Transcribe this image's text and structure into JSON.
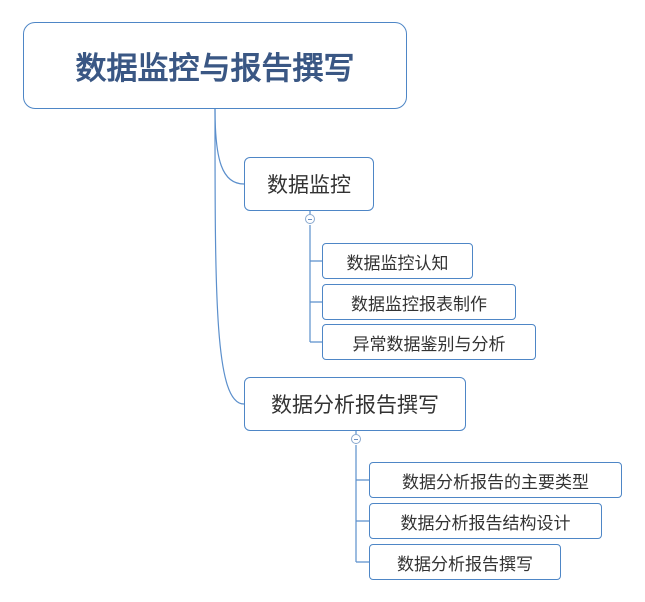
{
  "root": {
    "label": "数据监控与报告撰写"
  },
  "branches": [
    {
      "label": "数据监控",
      "children": [
        "数据监控认知",
        "数据监控报表制作",
        "异常数据鉴别与分析"
      ]
    },
    {
      "label": "数据分析报告撰写",
      "children": [
        "数据分析报告的主要类型",
        "数据分析报告结构设计",
        "数据分析报告撰写"
      ]
    }
  ],
  "colors": {
    "border": "#4e86c6",
    "connector": "#5b8fcc",
    "root_text": "#3a5784"
  }
}
